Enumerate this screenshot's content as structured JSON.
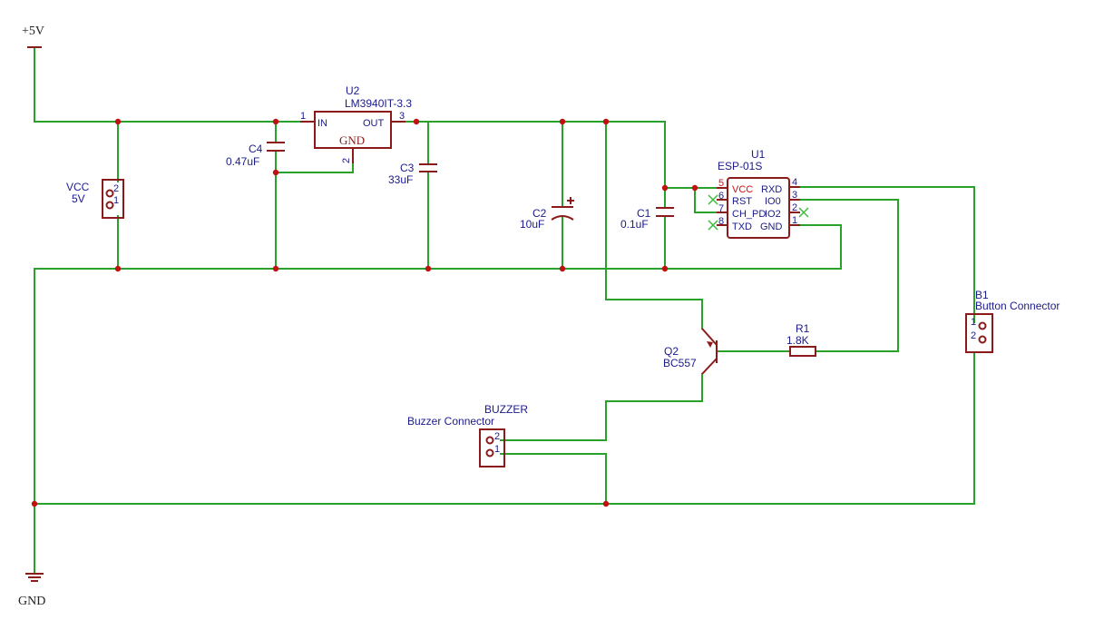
{
  "power": {
    "supply_label": "+5V",
    "ground_label": "GND"
  },
  "u2": {
    "ref": "U2",
    "value": "LM3940IT-3.3",
    "pin_in": "IN",
    "pin_out": "OUT",
    "pin_gnd": "GND",
    "pin1": "1",
    "pin2": "2",
    "pin3": "3"
  },
  "c4": {
    "ref": "C4",
    "value": "0.47uF"
  },
  "c3": {
    "ref": "C3",
    "value": "33uF"
  },
  "c2": {
    "ref": "C2",
    "value": "10uF"
  },
  "c1": {
    "ref": "C1",
    "value": "0.1uF"
  },
  "vcc_conn": {
    "ref": "VCC",
    "value": "5V",
    "pin1": "1",
    "pin2": "2"
  },
  "u1": {
    "ref": "U1",
    "value": "ESP-01S",
    "left_pins": [
      {
        "num": "5",
        "name": "VCC"
      },
      {
        "num": "6",
        "name": "RST"
      },
      {
        "num": "7",
        "name": "CH_PD"
      },
      {
        "num": "8",
        "name": "TXD"
      }
    ],
    "right_pins": [
      {
        "num": "4",
        "name": "RXD"
      },
      {
        "num": "3",
        "name": "IO0"
      },
      {
        "num": "2",
        "name": "IO2"
      },
      {
        "num": "1",
        "name": "GND"
      }
    ]
  },
  "b1": {
    "ref": "B1",
    "value": "Button Connector",
    "pin1": "1",
    "pin2": "2"
  },
  "r1": {
    "ref": "R1",
    "value": "1.8K"
  },
  "q2": {
    "ref": "Q2",
    "value": "BC557"
  },
  "buzzer": {
    "ref": "BUZZER",
    "value": "Buzzer Connector",
    "pin1": "1",
    "pin2": "2"
  },
  "colors": {
    "wire": "#2aa12a",
    "component": "#8b1a1a",
    "junction": "#c01010",
    "label": "#1a1a8c"
  }
}
